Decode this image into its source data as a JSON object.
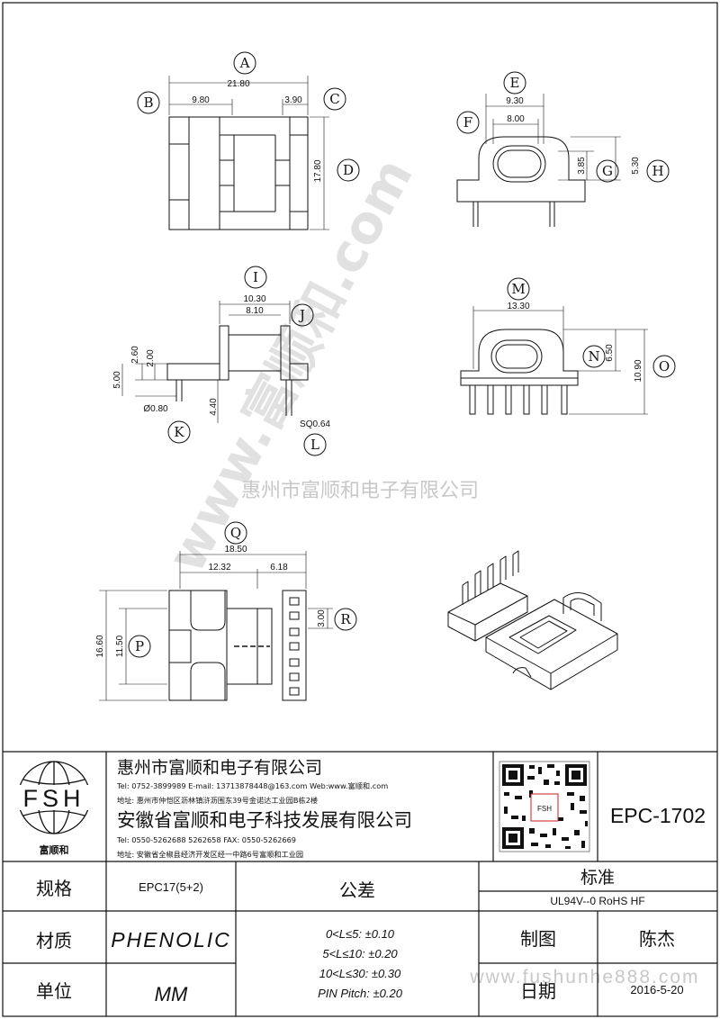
{
  "watermark": {
    "diagonal": "www.富顺和.com",
    "company": "惠州市富顺和电子有限公司",
    "url": "www.fushunhe888.com"
  },
  "views": {
    "top": {
      "A": {
        "label": "A",
        "value": "21.80"
      },
      "B": {
        "label": "B",
        "value": "9.80"
      },
      "C": {
        "label": "C",
        "value": "3.90"
      },
      "D": {
        "label": "D",
        "value": "17.80"
      }
    },
    "front": {
      "E": {
        "label": "E",
        "value": "9.30"
      },
      "F": {
        "label": "F",
        "value": "8.00"
      },
      "G": {
        "label": "G",
        "value": "3.85"
      },
      "H": {
        "label": "H",
        "value": "5.30"
      }
    },
    "side": {
      "I": {
        "label": "I",
        "value": "10.30"
      },
      "J": {
        "label": "J",
        "value": "8.10"
      },
      "K": {
        "label": "K",
        "value": "Ø0.80"
      },
      "L": {
        "label": "L",
        "value": "SQ0.64"
      },
      "h260": "2.60",
      "h200": "2.00",
      "h500": "5.00",
      "h440": "4.40"
    },
    "end": {
      "M": {
        "label": "M",
        "value": "13.30"
      },
      "N": {
        "label": "N",
        "value": "6.50"
      },
      "O": {
        "label": "O",
        "value": "10.90"
      }
    },
    "bottom": {
      "Q": {
        "label": "Q",
        "value": "18.50"
      },
      "q1": "12.32",
      "q2": "6.18",
      "P": {
        "label": "P",
        "value": "11.50"
      },
      "h1660": "16.60",
      "R": {
        "label": "R",
        "value": "3.00"
      }
    }
  },
  "title_block": {
    "logo_text": "FSH",
    "logo_caption": "富顺和",
    "company1": "惠州市富顺和电子有限公司",
    "contact1": "Tel:  0752-3899989  E-mail: 13713878448@163.com  Web:www.富顺和.com",
    "address1": "地址: 惠州市仲恺区沥林镇浒沥围东39号金诺达工业园B栋2楼",
    "company2": "安徽省富顺和电子科技发展有限公司",
    "contact2": "Tel:  0550-5262688  5262658      FAX:  0550-5262669",
    "address2": "地址: 安徽省全椒县经济开发区经一中路6号富顺和工业园",
    "qr_caption": "FSH",
    "part_number": "EPC-1702",
    "spec_label": "规格",
    "spec_value": "EPC17(5+2)",
    "material_label": "材质",
    "material_value": "PHENOLIC",
    "unit_label": "单位",
    "unit_value": "MM",
    "tolerance_label": "公差",
    "tolerances": [
      "0<L≤5: ±0.10",
      "5<L≤10: ±0.20",
      "10<L≤30: ±0.30",
      "PIN Pitch: ±0.20"
    ],
    "standard_label": "标准",
    "standard_value": "UL94V--0  RoHS HF",
    "drawn_label": "制图",
    "drawn_value": "陈杰",
    "date_label": "日期",
    "date_value": "2016-5-20"
  }
}
